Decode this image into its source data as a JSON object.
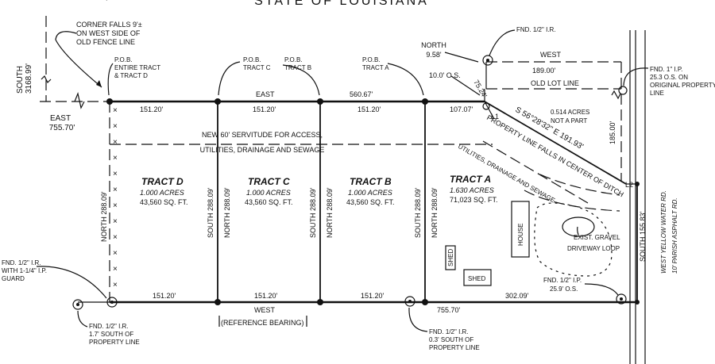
{
  "header": {
    "title": "STATE OF LOUISIANA"
  },
  "outer": {
    "south_call": "SOUTH\n3168.99'",
    "east_call": "EAST\n755.70'",
    "corner_falls": "CORNER FALLS 9'±\nON WEST SIDE OF\nOLD FENCE LINE",
    "north_call": "NORTH\n9.58'",
    "west_top_label": "WEST",
    "west_top_dist": "189.00'",
    "fnd_top": "FND. 1/2\" I.R.",
    "fnd_right_top": "FND. 1\" I.P.\n25.3 O.S. ON\nORIGINAL PROPERTY\nLINE",
    "os_label": "10.0' O.S.",
    "old_lot_line": "OLD LOT LINE",
    "excluded_area": "0.514 ACRES\nNOT A PART",
    "excluded_east_dist": "185.00'",
    "l1": "L1",
    "l2": "L2",
    "l1_dist": "75.24'",
    "bearing": "S 56°28'32\" E  191.93'",
    "property_line_note": "PROPERTY LINE FALLS IN CENTER OF DITCH"
  },
  "pobs": [
    {
      "label": "P.O.B.\nENTIRE TRACT\n& TRACT D"
    },
    {
      "label": "P.O.B.\nTRACT C"
    },
    {
      "label": "P.O.B.\nTRACT B"
    },
    {
      "label": "P.O.B.\nTRACT A"
    }
  ],
  "north_line": {
    "label": "EAST",
    "total": "560.67'",
    "segments": [
      "151.20'",
      "151.20'",
      "151.20'",
      "107.07'"
    ]
  },
  "south_line": {
    "segments": [
      "151.20'",
      "151.20'",
      "151.20'",
      "302.09'"
    ],
    "total": "755.70'",
    "label": "WEST",
    "reference": "(REFERENCE BEARING)"
  },
  "servitudes": {
    "horizontal": "NEW 60' SERVITUDE FOR ACCESS,\nUTILITIES, DRAINAGE AND SEWAGE",
    "diagonal": "NEW 60' SERVITUDE FOR ACCESS,\nUTILITIES, DRAINAGE AND SEWAGE"
  },
  "tracts": [
    {
      "name": "TRACT D",
      "acres": "1.000 ACRES",
      "sqft": "43,560 SQ. FT."
    },
    {
      "name": "TRACT C",
      "acres": "1.000 ACRES",
      "sqft": "43,560 SQ. FT."
    },
    {
      "name": "TRACT B",
      "acres": "1.000 ACRES",
      "sqft": "43,560 SQ. FT."
    },
    {
      "name": "TRACT A",
      "acres": "1.630 ACRES",
      "sqft": "71,023 SQ. FT."
    }
  ],
  "vertical_calls": {
    "west_line": "NORTH 288.09'",
    "line_dc_left": "SOUTH 288.09'",
    "line_dc_right": "NORTH 288.09'",
    "line_cb_left": "SOUTH 288.09'",
    "line_cb_right": "NORTH 288.09'",
    "line_ba_left": "SOUTH 288.09'",
    "line_ba_right": "NORTH 288.09'",
    "east_line": "SOUTH 155.83'"
  },
  "structures": {
    "house": "HOUSE",
    "shed1": "SHED",
    "shed2": "SHED",
    "driveway": "EXIST. GRAVEL\nDRIVEWAY LOOP"
  },
  "road": {
    "name": "WEST YELLOW WATER RD.",
    "surface": "10' PARISH ASPHALT RD."
  },
  "monuments": {
    "sw": "FND. 1/2\" I.R.\nWITH 1-1/4\" I.P.\nGUARD",
    "sw_outer": "FND. 1/2\" I.R.\n1.7' SOUTH OF\nPROPERTY LINE",
    "south_mid": "FND. 1/2\" I.R.\n0.3' SOUTH OF\nPROPERTY LINE",
    "se": "FND. 1/2\" I.P.\n25.9' O.S."
  }
}
